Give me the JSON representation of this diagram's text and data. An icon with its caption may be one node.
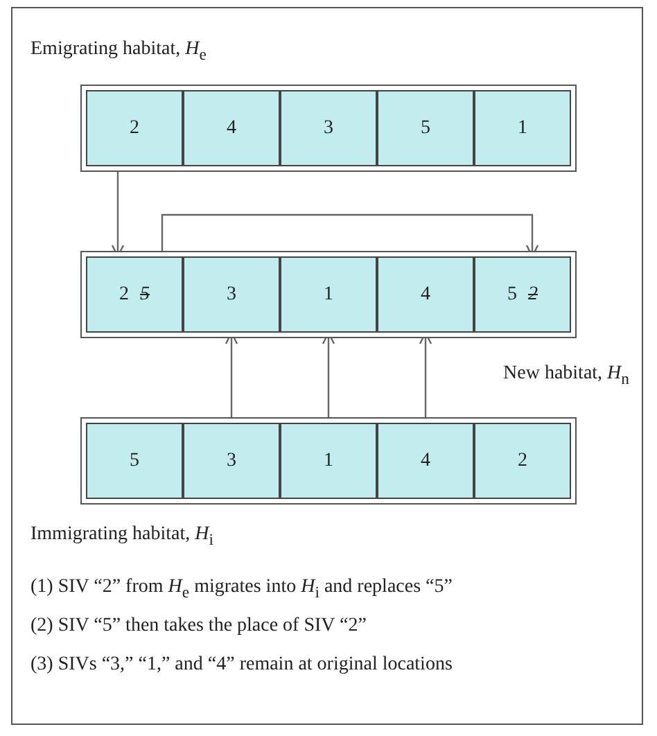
{
  "diagram": {
    "nodes": [
      {
        "text": [
          "2"
        ]
      },
      {
        "text": [
          "4"
        ]
      },
      {
        "text": [
          "3"
        ]
      },
      {
        "text": [
          "5"
        ]
      },
      {
        "text": [
          "1"
        ]
      },
      {
        "text": [
          "2",
          "5"
        ]
      },
      {
        "text": [
          "3"
        ]
      },
      {
        "text": [
          "1"
        ]
      },
      {
        "text": [
          "4"
        ]
      },
      {
        "text": [
          "5",
          "2"
        ]
      },
      {
        "text": [
          "5"
        ]
      },
      {
        "text": [
          "3"
        ]
      },
      {
        "text": [
          "1"
        ]
      },
      {
        "text": [
          "4"
        ]
      },
      {
        "text": [
          "2"
        ]
      }
    ],
    "edges": [
      {
        "from": 0,
        "to": 5,
        "arrow": "to"
      },
      {
        "from": 5,
        "to": 9,
        "arrow": "to"
      },
      {
        "from": 11,
        "to": 6,
        "arrow": "to"
      },
      {
        "from": 12,
        "to": 7,
        "arrow": "to"
      },
      {
        "from": 13,
        "to": 8,
        "arrow": "to"
      }
    ],
    "labels": [
      "Emigrating habitat, *H*$_{e}$",
      "New habitat, *H*$_{n}$",
      "Immigrating habitat, *H*$_{i}$",
      "(1) SIV “2” from *H*$_{e}$ migrates into *H*$_{i}$ and replaces “5”",
      "(2) SIV “5” then takes the place of SIV “2”",
      "(3) SIVs “3,” “1,” and “4” remain at original locations"
    ]
  }
}
